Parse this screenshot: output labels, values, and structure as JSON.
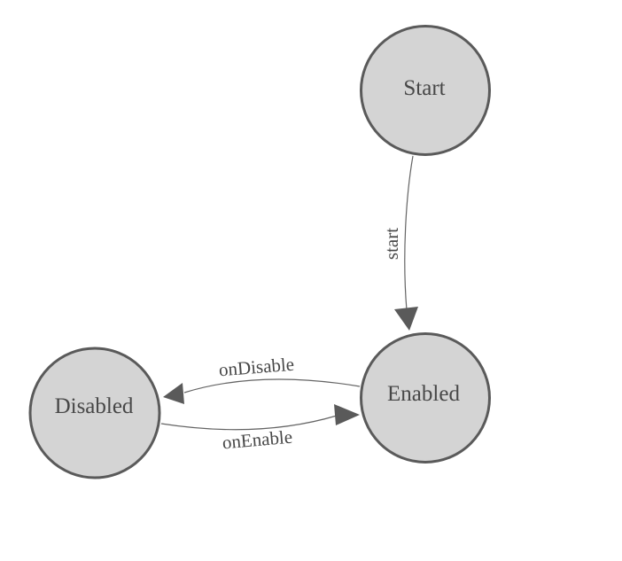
{
  "diagram": {
    "type": "state-machine",
    "states": [
      {
        "label": "Start"
      },
      {
        "label": "Enabled"
      },
      {
        "label": "Disabled"
      }
    ],
    "transitions": [
      {
        "label": "start",
        "from": "Start",
        "to": "Enabled"
      },
      {
        "label": "onDisable",
        "from": "Enabled",
        "to": "Disabled"
      },
      {
        "label": "onEnable",
        "from": "Disabled",
        "to": "Enabled"
      }
    ],
    "colors": {
      "background": "#ffffff",
      "node_fill": "#d4d4d4",
      "node_stroke": "#5a5a5a",
      "edge_stroke": "#646464",
      "arrow_fill": "#5a5a5a",
      "text": "#474747"
    }
  }
}
